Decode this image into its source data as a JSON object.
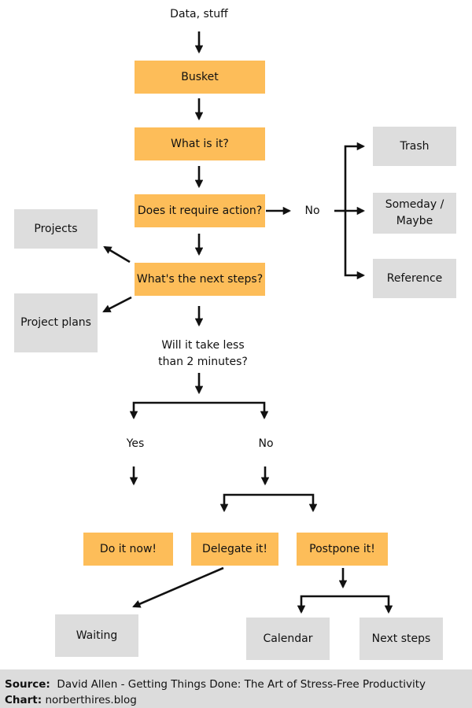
{
  "diagram": {
    "nodes": {
      "data_stuff": "Data, stuff",
      "busket": "Busket",
      "what_is_it": "What is it?",
      "requires_action": "Does it require action?",
      "no_branch": "No",
      "trash": "Trash",
      "someday_maybe": "Someday / Maybe",
      "reference": "Reference",
      "projects": "Projects",
      "next_steps_question": "What's the next steps?",
      "project_plans": "Project plans",
      "two_minutes": "Will it take less than 2 minutes?",
      "yes": "Yes",
      "no": "No",
      "do_it_now": "Do it now!",
      "delegate_it": "Delegate it!",
      "postpone_it": "Postpone it!",
      "waiting": "Waiting",
      "calendar": "Calendar",
      "next_steps": "Next steps"
    }
  },
  "footer": {
    "source_label": "Source:",
    "source_value": "David Allen - Getting Things Done: The Art of Stress-Free Productivity",
    "chart_label": "Chart:",
    "chart_value": "norberthires.blog"
  }
}
